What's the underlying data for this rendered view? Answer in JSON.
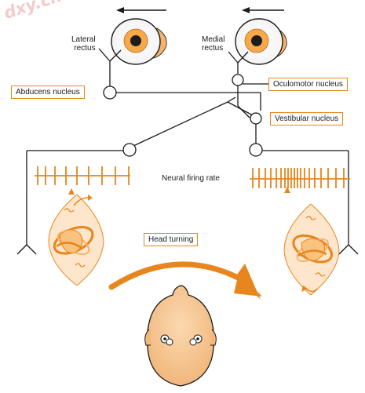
{
  "watermark": "dxy.cn",
  "labels": {
    "lateral_rectus": [
      "Lateral",
      "rectus"
    ],
    "medial_rectus": [
      "Medial",
      "rectus"
    ],
    "neural_firing_rate": "Neural firing rate"
  },
  "boxes": {
    "abducens": "Abducens nucleus",
    "oculomotor": "Oculomotor nucleus",
    "vestibular": "Vestibular nucleus",
    "head_turning": "Head turning"
  },
  "colors": {
    "accent": "#e8851c",
    "skin": "#f7c995",
    "pupil": "#1c1c1c",
    "line": "#1a1a1a"
  },
  "icons": {
    "eye": "eye-icon",
    "direction_arrow": "arrow-left-icon",
    "head": "head-top-view-icon",
    "inner_ear": "semicircular-canal-icon"
  }
}
